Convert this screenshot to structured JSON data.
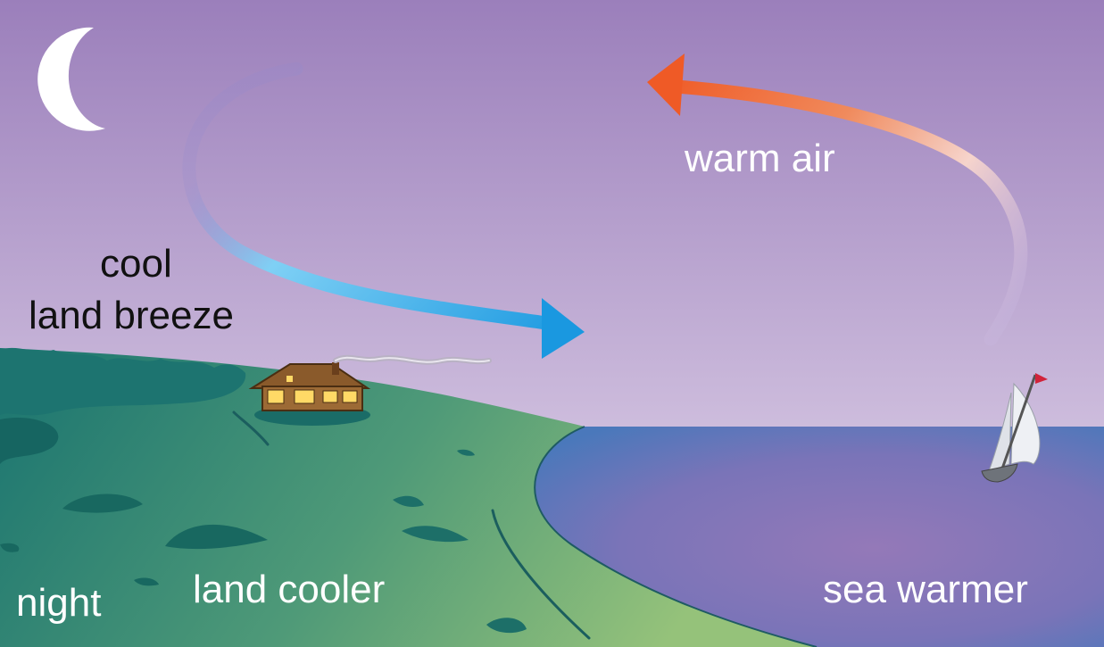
{
  "labels": {
    "cool_land_breeze_line1": "cool",
    "cool_land_breeze_line2": "land breeze",
    "warm_air": "warm air",
    "land_cooler": "land cooler",
    "sea_warmer": "sea warmer",
    "night": "night"
  },
  "colors": {
    "sky_top": "#9b7fbb",
    "sky_bottom": "#e7dcee",
    "sea": "#6a6fb6",
    "land_dark": "#1f7a73",
    "land_light": "#8fbf7a",
    "cool_arrow": "#1a98e0",
    "warm_arrow": "#ef5a26"
  },
  "icons": [
    "moon-icon",
    "house-icon",
    "sailboat-icon",
    "chimney-smoke-icon"
  ]
}
